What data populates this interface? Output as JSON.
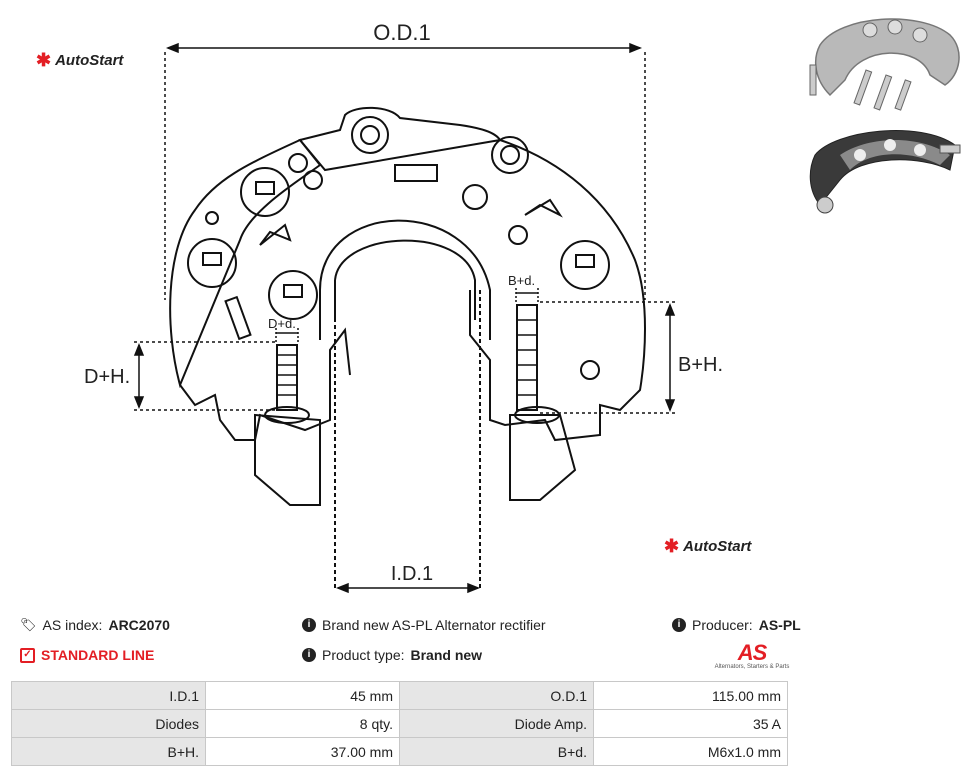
{
  "logos": {
    "brand_top": "AutoStart",
    "brand_bottom": "AutoStart"
  },
  "drawing": {
    "od_label": "O.D.1",
    "id_label": "I.D.1",
    "dh_label": "D+H.",
    "bh_label": "B+H.",
    "dd_label": "D+d.",
    "bd_label": "B+d."
  },
  "info": {
    "as_index_label": "AS index:",
    "as_index_value": "ARC2070",
    "standard_line": "STANDARD LINE",
    "brand_note": "Brand new AS-PL Alternator rectifier",
    "product_type_label": "Product type:",
    "product_type_value": "Brand new",
    "producer_label": "Producer:",
    "producer_value": "AS-PL",
    "as_logo": "AS",
    "as_logo_tagline": "Alternators, Starters & Parts"
  },
  "specs": [
    {
      "k1": "I.D.1",
      "v1": "45 mm",
      "k2": "O.D.1",
      "v2": "115.00 mm"
    },
    {
      "k1": "Diodes",
      "v1": "8 qty.",
      "k2": "Diode Amp.",
      "v2": "35 A"
    },
    {
      "k1": "B+H.",
      "v1": "37.00 mm",
      "k2": "B+d.",
      "v2": "M6x1.0 mm"
    }
  ],
  "colors": {
    "accent": "#e31e24",
    "key_bg": "#e6e6e6"
  }
}
